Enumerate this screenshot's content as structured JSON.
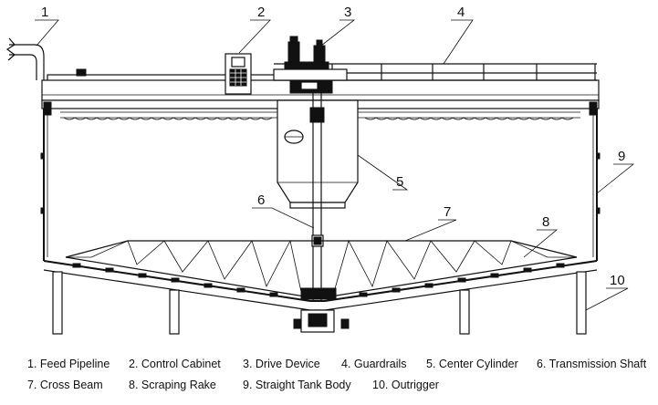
{
  "callouts": [
    {
      "number": "1"
    },
    {
      "number": "2"
    },
    {
      "number": "3"
    },
    {
      "number": "4"
    },
    {
      "number": "5"
    },
    {
      "number": "6"
    },
    {
      "number": "7"
    },
    {
      "number": "8"
    },
    {
      "number": "9"
    },
    {
      "number": "10"
    }
  ],
  "legend": [
    "1. Feed Pipeline",
    "2. Control Cabinet",
    "3. Drive Device",
    "4. Guardrails",
    "5. Center Cylinder",
    "6. Transmission Shaft",
    "7. Cross Beam",
    "8. Scraping Rake",
    "9. Straight Tank Body",
    "10. Outrigger"
  ]
}
